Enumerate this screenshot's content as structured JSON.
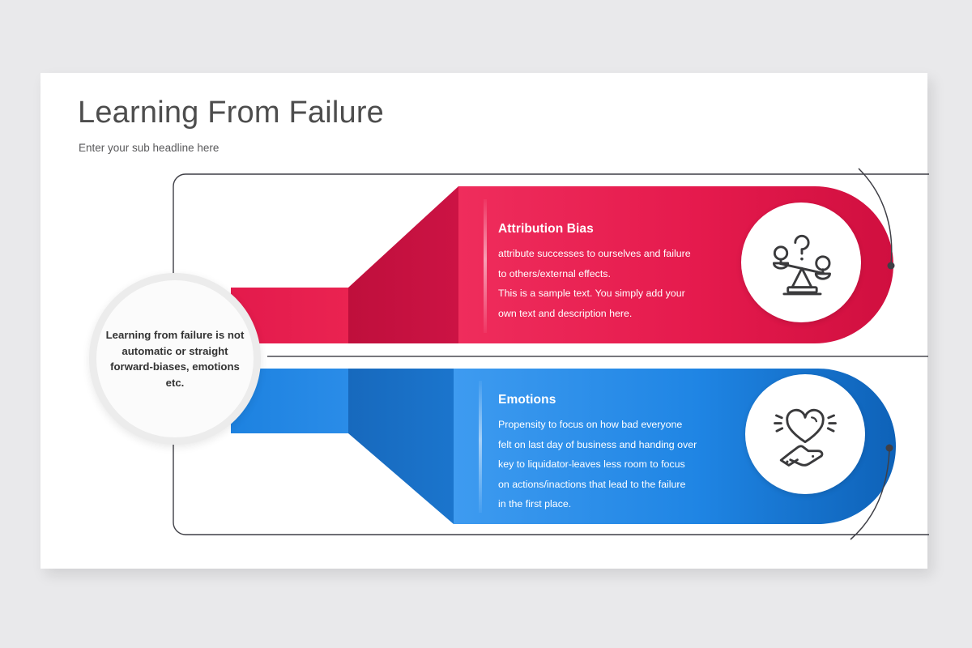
{
  "slide": {
    "title": "Learning From Failure",
    "subtitle": "Enter your sub headline here",
    "background_color": "#e9e9eb",
    "canvas_color": "#ffffff"
  },
  "center": {
    "text": "Learning from failure is not automatic or straight forward-biases, emotions etc.",
    "ring_color": "#ececec"
  },
  "sections": [
    {
      "id": "attribution-bias",
      "heading": "Attribution Bias",
      "body_lines": [
        "attribute successes to ourselves and failure",
        "to others/external effects.",
        "This is a sample text. You simply add your",
        "own text and description here."
      ],
      "accent_color": "#e8194b",
      "accent_dark_color": "#c4123f",
      "icon": "balance-scale-question-icon"
    },
    {
      "id": "emotions",
      "heading": "Emotions",
      "body_lines": [
        "Propensity to focus on how bad everyone",
        "felt on last day of business and handing over",
        "key to liquidator-leaves less room to focus",
        "on actions/inactions that lead to the failure",
        "in the first place."
      ],
      "accent_color": "#1b82e2",
      "accent_dark_color": "#1668bd",
      "icon": "hand-holding-heart-icon"
    }
  ],
  "decor": {
    "frame_color": "#3f3f46",
    "divider_color": "#4a4a50",
    "connector_dot_color": "#3f3f46"
  }
}
